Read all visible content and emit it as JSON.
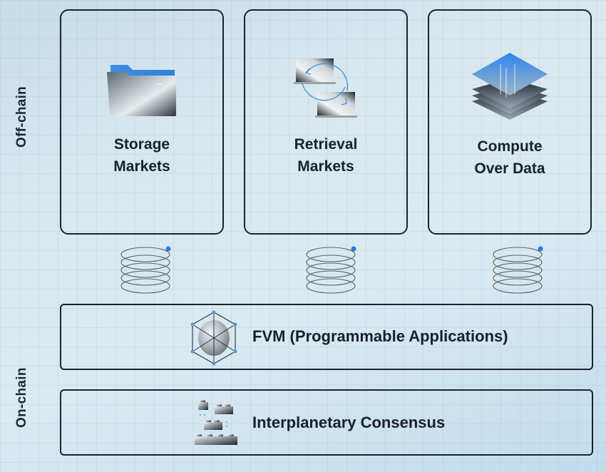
{
  "side_labels": {
    "off_chain": "Off-chain",
    "on_chain": "On-chain"
  },
  "off_chain_cards": [
    {
      "id": "storage",
      "icon": "folder-icon",
      "title_lines": [
        "Storage",
        "Markets"
      ]
    },
    {
      "id": "retrieval",
      "icon": "laptops-sync-icon",
      "title_lines": [
        "Retrieval",
        "Markets"
      ]
    },
    {
      "id": "compute",
      "icon": "layers-stack-icon",
      "title_lines": [
        "Compute",
        "Over Data"
      ]
    }
  ],
  "connectors": [
    {
      "icon": "spring-coil-icon"
    },
    {
      "icon": "spring-coil-icon"
    },
    {
      "icon": "spring-coil-icon"
    }
  ],
  "on_chain_layers": [
    {
      "id": "fvm",
      "icon": "hexagon-sphere-icon",
      "label": "FVM (Programmable Applications)"
    },
    {
      "id": "consensus",
      "icon": "blocks-stack-icon",
      "label": "Interplanetary Consensus"
    }
  ],
  "colors": {
    "accent_blue": "#2e86ea",
    "border": "#19232d",
    "text": "#17212b"
  }
}
